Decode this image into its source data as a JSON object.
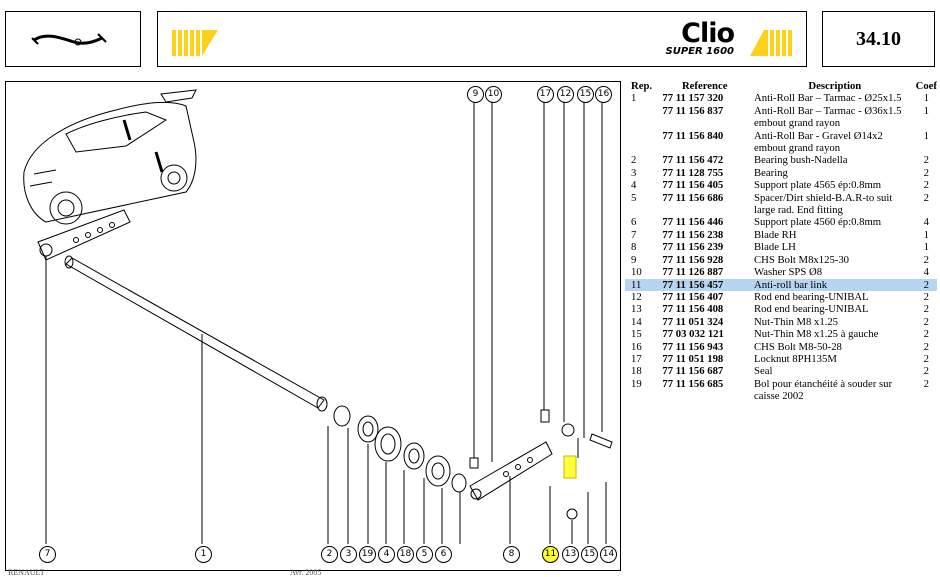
{
  "header": {
    "logo_main": "Clio",
    "logo_sub": "SUPER 1600",
    "page_code": "34.10",
    "stripe_color": "#ffd21a"
  },
  "parts_table": {
    "headers": [
      "Rep.",
      "Reference",
      "Description",
      "Coef"
    ],
    "rows": [
      {
        "rep": "1",
        "ref": "77 11 157 320",
        "desc": "Anti-Roll Bar – Tarmac - Ø25x1.5",
        "coef": "1"
      },
      {
        "rep": "",
        "ref": "77 11 156 837",
        "desc": "Anti-Roll Bar – Tarmac - Ø36x1.5 embout grand rayon",
        "coef": "1"
      },
      {
        "rep": "",
        "ref": "77 11 156 840",
        "desc": "Anti-Roll Bar - Gravel Ø14x2 embout grand rayon",
        "coef": "1"
      },
      {
        "rep": "2",
        "ref": "77 11 156 472",
        "desc": "Bearing bush-Nadella",
        "coef": "2"
      },
      {
        "rep": "3",
        "ref": "77 11 128 755",
        "desc": "Bearing",
        "coef": "2"
      },
      {
        "rep": "4",
        "ref": "77 11 156 405",
        "desc": "Support plate 4565 ép:0.8mm",
        "coef": "2"
      },
      {
        "rep": "5",
        "ref": "77 11 156 686",
        "desc": "Spacer/Dirt shield-B.A.R-to suit large rad. End fitting",
        "coef": "2"
      },
      {
        "rep": "6",
        "ref": "77 11 156 446",
        "desc": "Support plate 4560 ép:0.8mm",
        "coef": "4"
      },
      {
        "rep": "7",
        "ref": "77 11 156 238",
        "desc": "Blade RH",
        "coef": "1"
      },
      {
        "rep": "8",
        "ref": "77 11 156 239",
        "desc": "Blade LH",
        "coef": "1"
      },
      {
        "rep": "9",
        "ref": "77 11 156 928",
        "desc": "CHS Bolt M8x125-30",
        "coef": "2"
      },
      {
        "rep": "10",
        "ref": "77 11 126 887",
        "desc": "Washer SPS Ø8",
        "coef": "4"
      },
      {
        "rep": "11",
        "ref": "77 11 156 457",
        "desc": "Anti-roll bar link",
        "coef": "2",
        "highlight": true
      },
      {
        "rep": "12",
        "ref": "77 11 156 407",
        "desc": "Rod end bearing-UNIBAL",
        "coef": "2"
      },
      {
        "rep": "13",
        "ref": "77 11 156 408",
        "desc": "Rod end bearing-UNIBAL",
        "coef": "2"
      },
      {
        "rep": "14",
        "ref": "77 11 051 324",
        "desc": "Nut-Thin M8 x1.25",
        "coef": "2"
      },
      {
        "rep": "15",
        "ref": "77 03 032 121",
        "desc": "Nut-Thin M8 x1.25 à gauche",
        "coef": "2"
      },
      {
        "rep": "16",
        "ref": "77 11 156 943",
        "desc": "CHS Bolt M8-50-28",
        "coef": "2"
      },
      {
        "rep": "17",
        "ref": "77 11 051 198",
        "desc": "Locknut 8PH135M",
        "coef": "2"
      },
      {
        "rep": "18",
        "ref": "77 11 156 687",
        "desc": "Seal",
        "coef": "2"
      },
      {
        "rep": "19",
        "ref": "77 11 156 685",
        "desc": "Bol pour étanchéité à souder sur caisse 2002",
        "coef": "2"
      }
    ]
  },
  "callouts_top": [
    "9",
    "10",
    "17",
    "12",
    "15",
    "16"
  ],
  "callouts_bottom": [
    "7",
    "1",
    "2",
    "3",
    "19",
    "4",
    "18",
    "5",
    "6",
    "8",
    "11",
    "13",
    "15",
    "14"
  ],
  "highlight_color": "#ffff3c",
  "footer": {
    "left": "RENAULT",
    "date": "Avr. 2005"
  }
}
